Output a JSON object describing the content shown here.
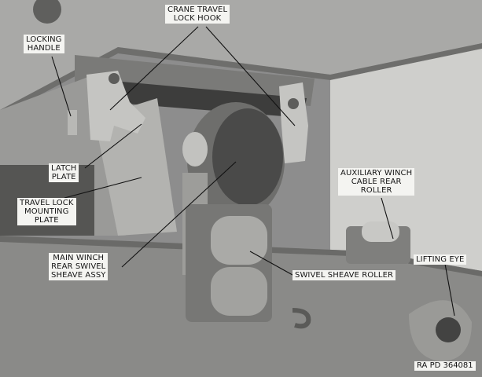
{
  "figure": {
    "callouts": {
      "crane_travel_lock_hook": [
        "CRANE TRAVEL",
        "LOCK HOOK"
      ],
      "locking_handle": [
        "LOCKING",
        "HANDLE"
      ],
      "latch_plate": [
        "LATCH",
        "PLATE"
      ],
      "travel_lock_mounting_plate": [
        "TRAVEL LOCK",
        "MOUNTING",
        "PLATE"
      ],
      "main_winch_rear_swivel_sheave_assy": [
        "MAIN WINCH",
        "REAR SWIVEL",
        "SHEAVE ASSY"
      ],
      "auxiliary_winch_cable_rear_roller": [
        "AUXILIARY WINCH",
        "CABLE REAR",
        "ROLLER"
      ],
      "lifting_eye": [
        "LIFTING EYE"
      ],
      "swivel_sheave_roller": [
        "SWIVEL SHEAVE ROLLER"
      ]
    },
    "reference_number": "RA PD 364081"
  }
}
